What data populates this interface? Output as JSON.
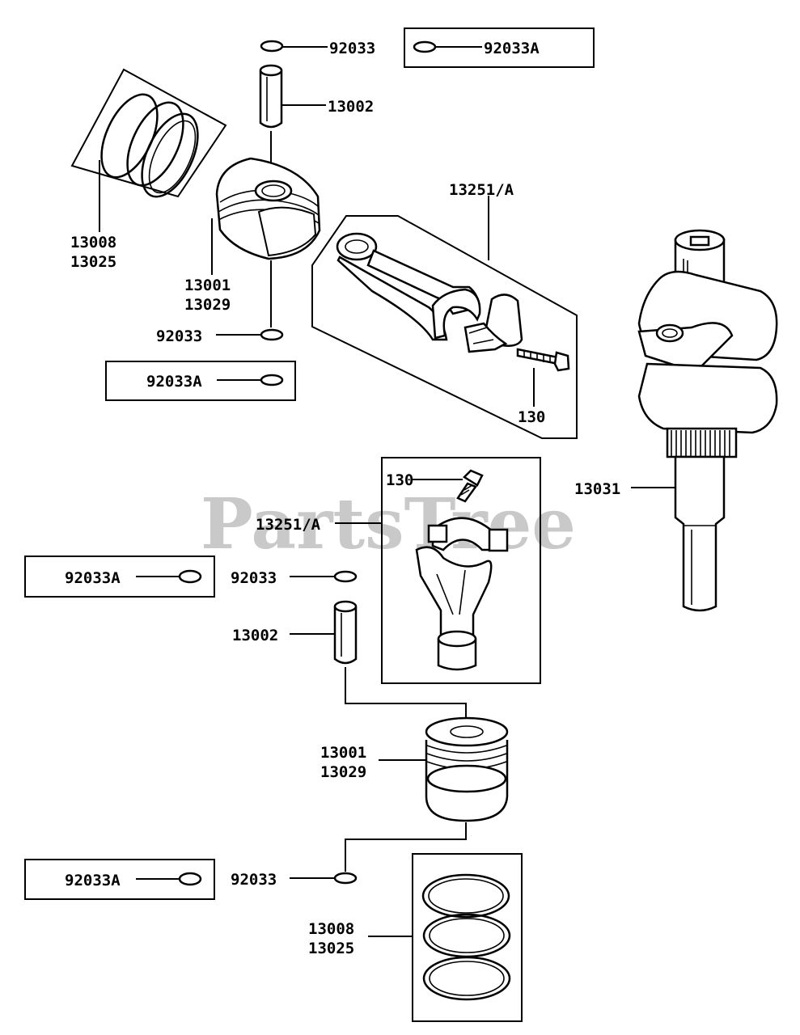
{
  "watermark": "PartsTree",
  "labels": {
    "clip_top": "92033",
    "clip_top_kit": "92033A",
    "pin_top": "13002",
    "rings_top_a": "13008",
    "rings_top_b": "13025",
    "piston_top_a": "13001",
    "piston_top_b": "13029",
    "clip_top_lower": "92033",
    "clip_top_lower_kit": "92033A",
    "rod_top": "13251/A",
    "bolt_top": "130",
    "crankshaft": "13031",
    "bolt_bottom": "130",
    "rod_bottom": "13251/A",
    "clip_bottom_kit": "92033A",
    "clip_bottom": "92033",
    "pin_bottom": "13002",
    "piston_bottom_a": "13001",
    "piston_bottom_b": "13029",
    "clip_bottom_lower_kit": "92033A",
    "clip_bottom_lower": "92033",
    "rings_bottom_a": "13008",
    "rings_bottom_b": "13025"
  }
}
